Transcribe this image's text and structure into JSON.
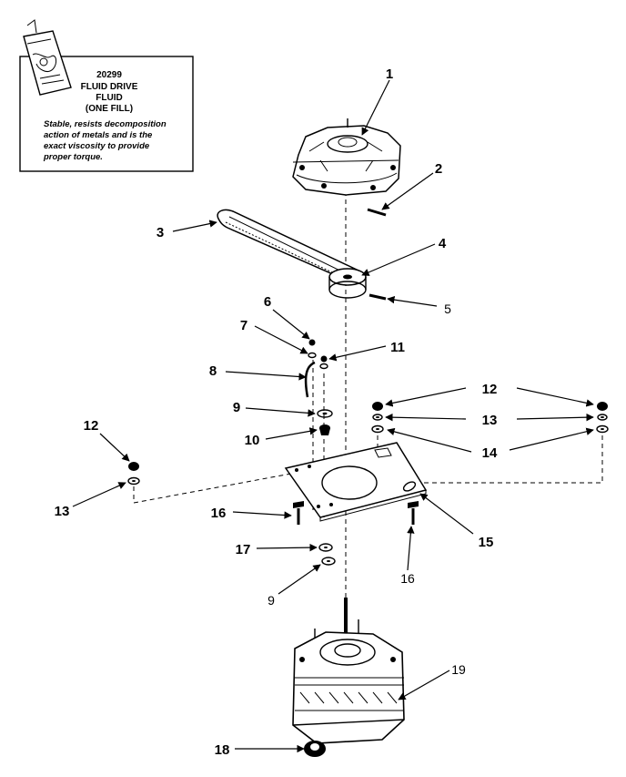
{
  "info_box": {
    "part_number": "20299",
    "title_line1": "FLUID DRIVE",
    "title_line2": "FLUID",
    "title_line3": "(ONE FILL)",
    "desc_line1": "Stable, resists decomposition",
    "desc_line2": "action of metals and is the",
    "desc_line3": "exact viscosity to provide",
    "desc_line4": "proper torque."
  },
  "callouts": {
    "c1": "1",
    "c2": "2",
    "c3": "3",
    "c4": "4",
    "c5": "5",
    "c6": "6",
    "c7": "7",
    "c8": "8",
    "c9a": "9",
    "c9b": "9",
    "c10": "10",
    "c11": "11",
    "c12a": "12",
    "c12b": "12",
    "c13a": "13",
    "c13b": "13",
    "c14": "14",
    "c15": "15",
    "c16a": "16",
    "c16b": "16",
    "c17": "17",
    "c18": "18",
    "c19": "19"
  }
}
